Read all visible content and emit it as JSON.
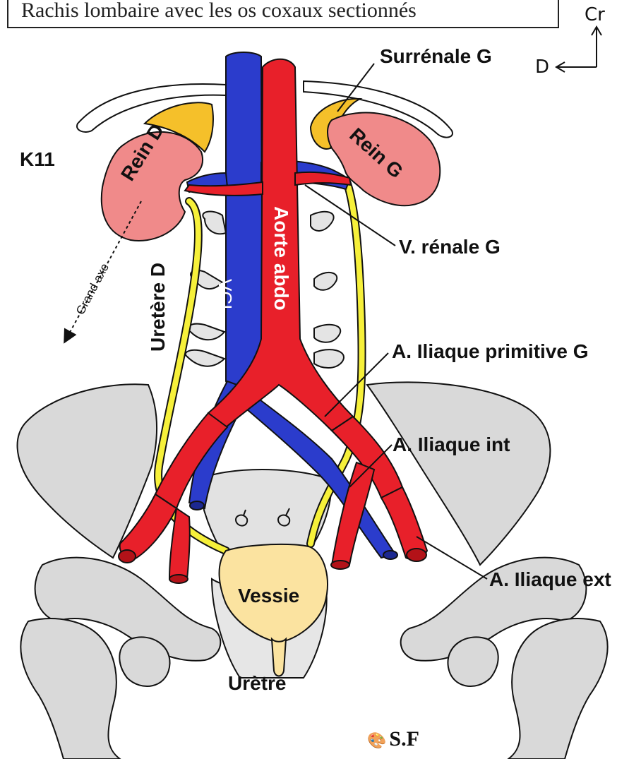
{
  "title": "Rachis lombaire avec les os coxaux sectionnés",
  "orientation": {
    "cranial": "Cr",
    "right": "D"
  },
  "labels": {
    "adrenal_left": "Surrénale G",
    "k11": "K11",
    "kidney_right": "Rein D",
    "kidney_left": "Rein G",
    "renal_vein_left": "V. rénale G",
    "ivc": "VCI",
    "aorta": "Aorte abdo",
    "ureter_right": "Uretère D",
    "long_axis": "Grand axe",
    "common_iliac_left": "A. Iliaque primitive G",
    "internal_iliac": "A. Iliaque int",
    "external_iliac": "A. Iliaque ext",
    "bladder": "Vessie",
    "urethra": "Urètre"
  },
  "signature": "S.F",
  "colors": {
    "artery": "#e8202a",
    "vein": "#2b3ccc",
    "ureter": "#f6f03a",
    "kidney": "#f08a8a",
    "adrenal": "#f5c02a",
    "bladder": "#fbe3a0",
    "bone": "#d9d9d9",
    "outline": "#111111"
  }
}
